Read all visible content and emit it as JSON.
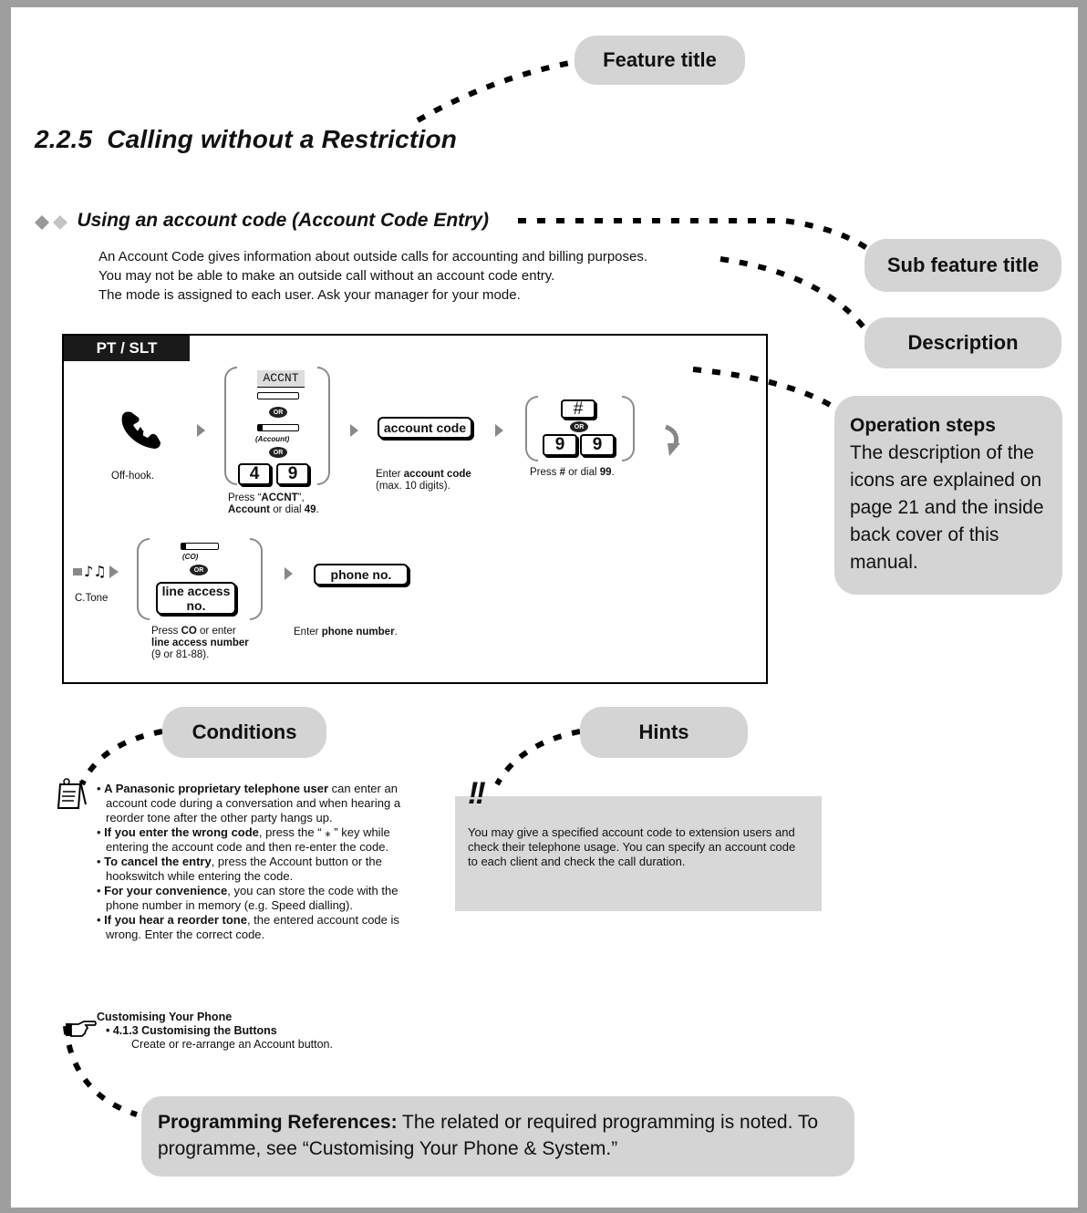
{
  "callouts": {
    "feature_title": "Feature title",
    "sub_feature_title": "Sub feature title",
    "description": "Description",
    "operation_steps_title": "Operation steps",
    "operation_steps_text": "The description of the icons are explained on page 21 and the inside back cover of this manual.",
    "conditions": "Conditions",
    "hints": "Hints",
    "programming_label": "Programming References:",
    "programming_text": " The related or required programming is noted. To programme, see “Customising Your Phone & System.”"
  },
  "heading": "2.2.5  Calling without a Restriction",
  "subheading": "Using an account code (Account Code Entry)",
  "description_lines": [
    "An Account Code gives information about outside calls for accounting and billing purposes.",
    "You may not be able to make an outside call without an account code entry.",
    "The mode is assigned to each user.  Ask your manager for your mode."
  ],
  "procedure": {
    "tab": "PT / SLT",
    "offhook": "Off-hook.",
    "accnt_label": "ACCNT",
    "or": "OR",
    "account_label": "(Account)",
    "key_4": "4",
    "key_9": "9",
    "step1_caption": {
      "a": "Press “",
      "b": "ACCNT",
      "c": "”,",
      "d": "Account",
      "e": " or dial ",
      "f": "49",
      "g": "."
    },
    "account_code_box": "account code",
    "step2_caption": {
      "a": "Enter ",
      "b": "account code",
      "c": "(max. 10 digits)."
    },
    "hash_key": "#",
    "step3_caption": {
      "a": "Press ",
      "b": "#",
      "c": " or dial ",
      "d": "99",
      "e": "."
    },
    "ctone": "C.Tone",
    "co_label": "(CO)",
    "line_access_box": "line access no.",
    "step4_caption": {
      "a": "Press ",
      "b": "CO",
      "c": " or enter",
      "d": "line access number",
      "e": "(9 or 81-88)."
    },
    "phone_box": "phone no.",
    "step5_caption": {
      "a": "Enter ",
      "b": "phone number",
      "c": "."
    }
  },
  "conditions": [
    {
      "bold": "A Panasonic proprietary telephone user",
      "text": " can enter an account code during a conversation and when hearing a reorder tone after the other party hangs up."
    },
    {
      "bold": "If you enter the wrong code",
      "text": ", press the “ ⁎ ” key while entering the account code and then re-enter the code."
    },
    {
      "bold": "To cancel the entry",
      "text": ", press the Account button or the hookswitch while entering the code."
    },
    {
      "bold": "For your convenience",
      "text": ", you can store the code with the phone number in memory (e.g. Speed dialling)."
    },
    {
      "bold": "If you hear a reorder tone",
      "text": ", the entered account code is wrong.  Enter the correct code."
    }
  ],
  "reference": {
    "title": "Customising Your Phone",
    "item": "• 4.1.3 Customising the Buttons",
    "detail": "Create or re-arrange an Account button."
  },
  "hints": {
    "text": "You may give a specified account code to extension users and check their telephone usage.  You can specify an account code to each client and check the call duration."
  }
}
